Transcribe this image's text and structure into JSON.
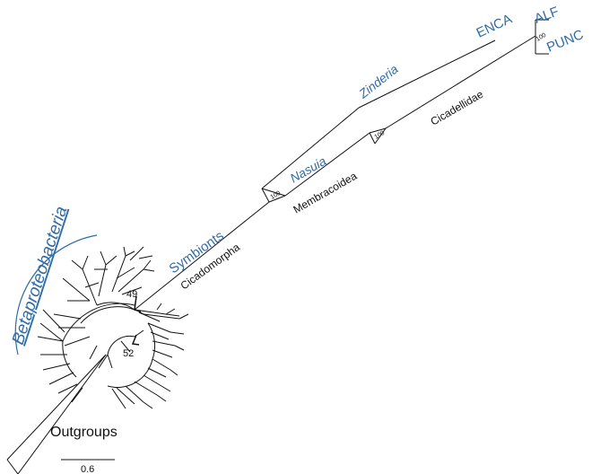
{
  "labels": {
    "betaproteobacteria": "Betaproteobacteria",
    "symbionts": "Symbionts",
    "nasuia": "Nasuia",
    "zinderia": "Zinderia",
    "enca": "ENCA",
    "alf": "ALF",
    "punc": "PUNC",
    "outgroups": "Outgroups"
  },
  "clades": {
    "cicadomorpha": "Cicadomorpha",
    "membracoidea": "Membracoidea",
    "cicadellidae": "Cicadellidae"
  },
  "bootstrap": {
    "b49": "49",
    "b52": "52",
    "b100a": "100",
    "b100b": "100",
    "b100c": "100"
  },
  "scale": {
    "label": "0.6"
  },
  "colors": {
    "taxon": "#2f6ca8",
    "text": "#111111"
  }
}
